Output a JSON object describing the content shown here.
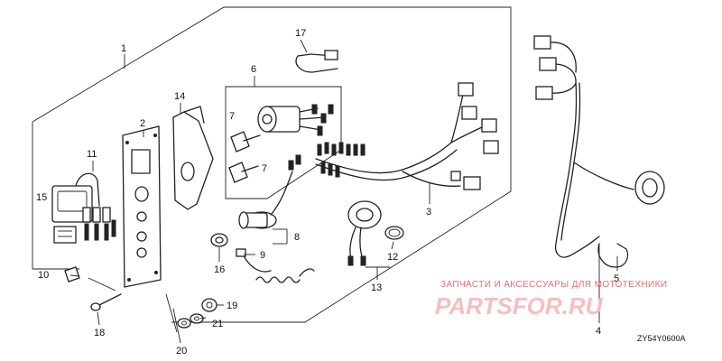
{
  "callouts": {
    "c1": "1",
    "c2": "2",
    "c3": "3",
    "c4": "4",
    "c5": "5",
    "c6": "6",
    "c7a": "7",
    "c7b": "7",
    "c8": "8",
    "c9": "9",
    "c10": "10",
    "c11": "11",
    "c12": "12",
    "c13": "13",
    "c14": "14",
    "c15": "15",
    "c16": "16",
    "c17": "17",
    "c18": "18",
    "c19": "19",
    "c20": "20",
    "c21": "21"
  },
  "diagram_code": "ZY54Y0600A",
  "watermark": {
    "text": "ЗАПЧАСТИ И АКСЕССУАРЫ ДЛЯ МОТОТЕХНИКИ",
    "logo": "PARTSFOR.RU"
  }
}
